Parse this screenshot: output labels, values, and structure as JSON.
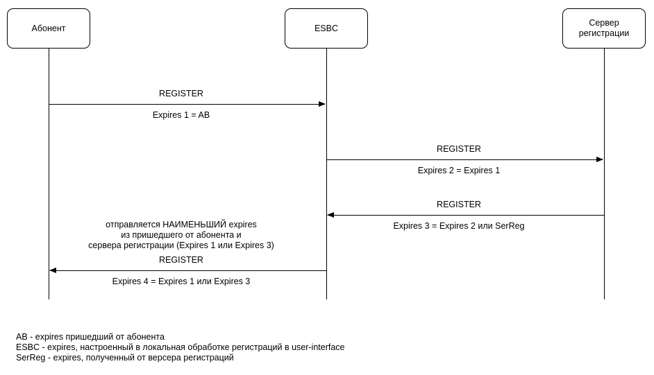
{
  "diagram": {
    "type": "sequence-diagram",
    "actors": [
      {
        "id": "abonent",
        "label": "Абонент"
      },
      {
        "id": "esbc",
        "label": "ESBC"
      },
      {
        "id": "registration-server",
        "label": "Сервер\nрегистрации"
      }
    ],
    "messages": [
      {
        "name": "REGISTER",
        "detail": "Expires 1 = AB",
        "from": "Абонент",
        "to": "ESBC",
        "direction": "right"
      },
      {
        "name": "REGISTER",
        "detail": "Expires 2 = Expires 1",
        "from": "ESBC",
        "to": "Сервер регистрации",
        "direction": "right"
      },
      {
        "name": "REGISTER",
        "detail": "Expires 3 = Expires 2 или SerReg",
        "from": "Сервер регистрации",
        "to": "ESBC",
        "direction": "left"
      },
      {
        "name": "REGISTER",
        "detail": "Expires 4 = Expires 1 или Expires 3",
        "from": "ESBC",
        "to": "Абонент",
        "direction": "left",
        "note": "отправляется НАИМЕНЬШИЙ expires\nиз пришедшего от абонента и\nсервера регистрации (Expires 1 или Expires 3)"
      }
    ],
    "legend": [
      "AB - expires пришедший от абонента",
      "ESBC - expires, настроенный в локальная обработке регистраций в user-interface",
      "SerReg - expires, полученный от версера регистраций"
    ],
    "colors": {
      "stroke": "#000000",
      "text": "#000000",
      "background": "#ffffff"
    }
  }
}
